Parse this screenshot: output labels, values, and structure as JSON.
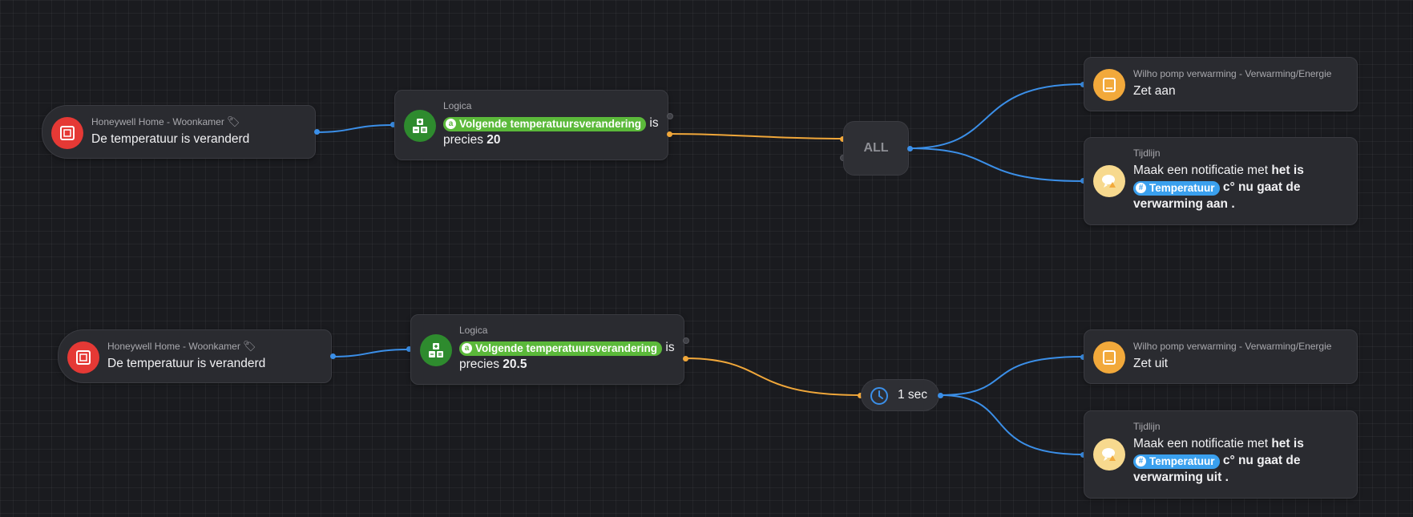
{
  "colors": {
    "blue_wire": "#3b8fe8",
    "yellow_wire": "#f0a73a"
  },
  "flow1": {
    "trigger": {
      "icon": "device-icon",
      "device": "Honeywell Home - Woonkamer",
      "event": "De temperatuur is veranderd"
    },
    "condition": {
      "icon": "logic-icon",
      "category": "Logica",
      "variable": "Volgende temperatuursverandering",
      "variable_marker": "a",
      "text_after": "is",
      "text_prefix": "precies",
      "value": "20"
    },
    "gate": {
      "label": "ALL"
    },
    "action1": {
      "icon": "device-icon",
      "device": "Wilho pomp verwarming - Verwarming/Energie",
      "action": "Zet aan"
    },
    "action2": {
      "icon": "timeline-icon",
      "category": "Tijdlijn",
      "lead": "Maak een notificatie met",
      "bold1": "het is",
      "tag": "Temperatuur",
      "tag_marker": "#",
      "bold2": "c° nu gaat de",
      "bold3": "verwarming aan",
      "tail": "."
    }
  },
  "flow2": {
    "trigger": {
      "icon": "device-icon",
      "device": "Honeywell Home - Woonkamer",
      "event": "De temperatuur is veranderd"
    },
    "condition": {
      "icon": "logic-icon",
      "category": "Logica",
      "variable": "Volgende temperatuursverandering",
      "variable_marker": "a",
      "text_after": "is",
      "text_prefix": "precies",
      "value": "20.5"
    },
    "delay": {
      "icon": "clock-icon",
      "label": "1 sec"
    },
    "action1": {
      "icon": "device-icon",
      "device": "Wilho pomp verwarming - Verwarming/Energie",
      "action": "Zet uit"
    },
    "action2": {
      "icon": "timeline-icon",
      "category": "Tijdlijn",
      "lead": "Maak een notificatie met",
      "bold1": "het is",
      "tag": "Temperatuur",
      "tag_marker": "#",
      "bold2": "c° nu gaat de",
      "bold3": "verwarming uit",
      "tail": "."
    }
  }
}
